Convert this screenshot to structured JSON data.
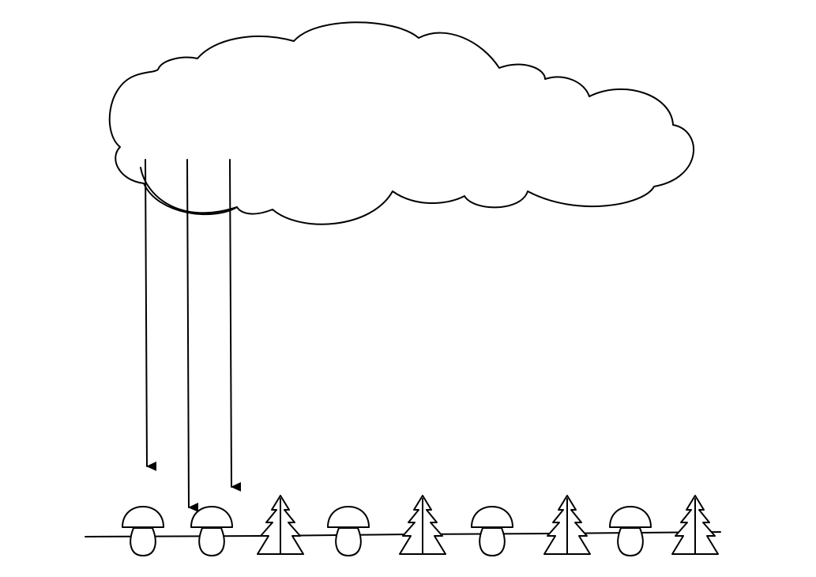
{
  "colors": {
    "ink": "#000000",
    "paper": "#ffffff"
  },
  "scene": {
    "sky": {
      "cloud_icon": "cloud-icon"
    },
    "rain": {
      "arrow_count": 3,
      "arrow_icon": "arrow-down-icon"
    },
    "ground": {
      "sequence": [
        "mushroom",
        "mushroom",
        "tree",
        "mushroom",
        "tree",
        "mushroom",
        "tree",
        "mushroom",
        "tree"
      ],
      "mushroom_icon": "mushroom-icon",
      "tree_icon": "fir-tree-icon"
    }
  }
}
